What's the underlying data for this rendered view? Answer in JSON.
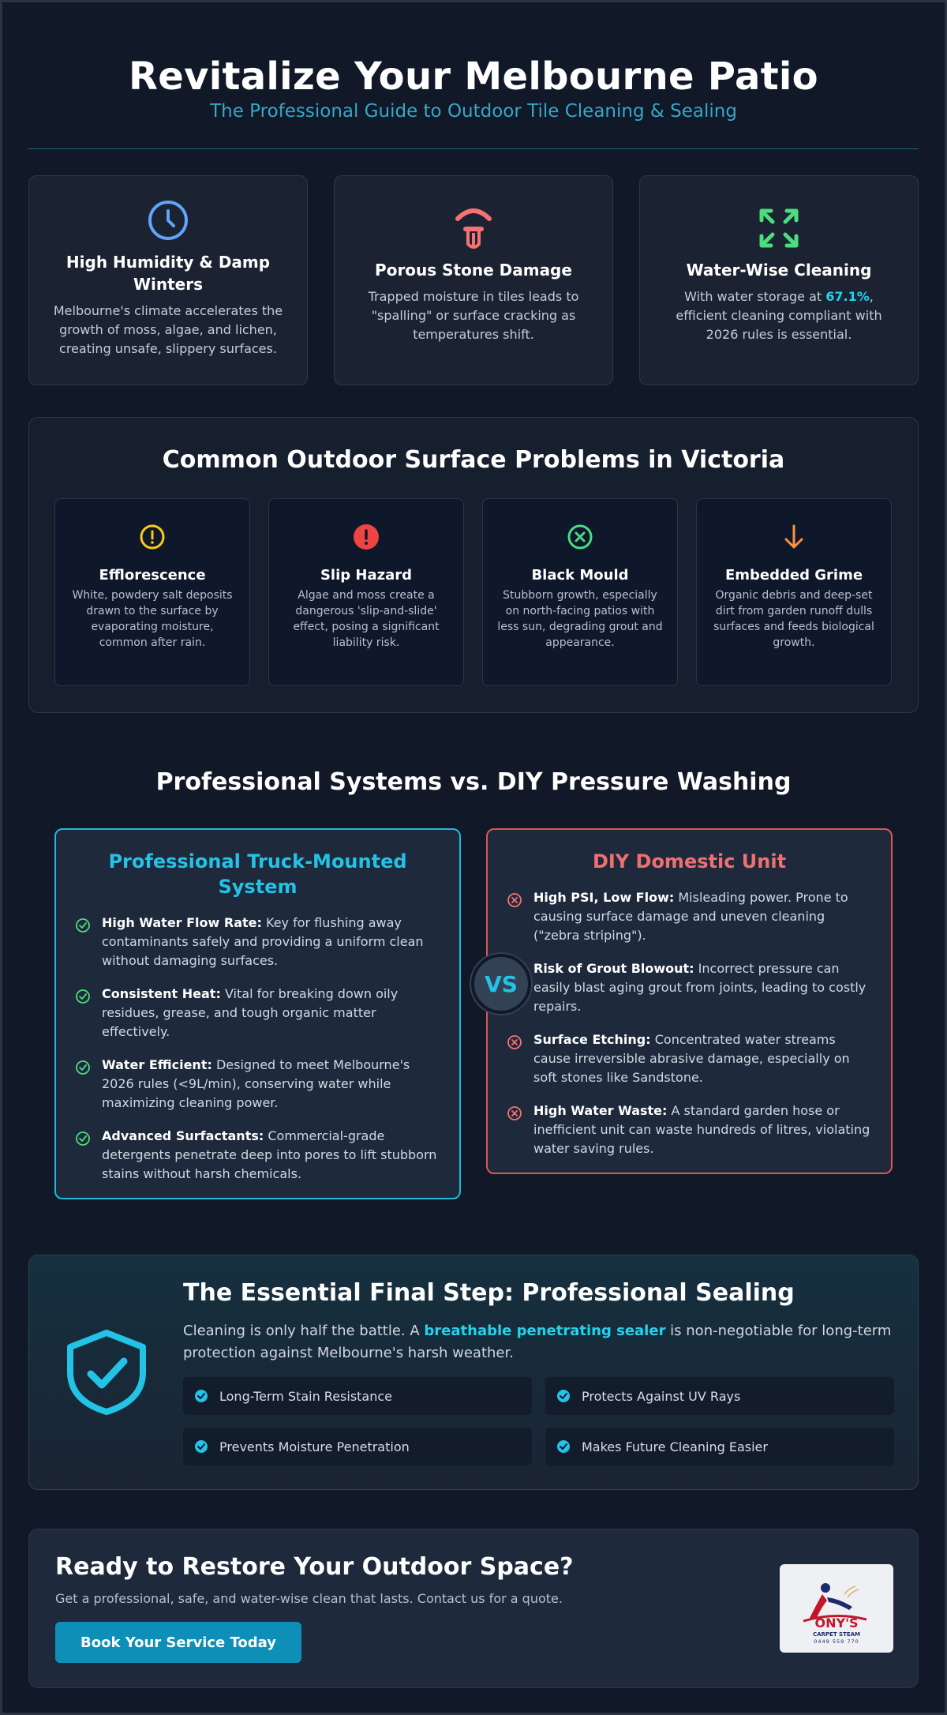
{
  "header": {
    "title": "Revitalize Your Melbourne Patio",
    "subtitle": "The Professional Guide to Outdoor Tile Cleaning & Sealing"
  },
  "challenges": [
    {
      "icon": "clock-icon",
      "title": "High Humidity & Damp Winters",
      "text": "Melbourne's climate accelerates the growth of moss, algae, and lichen, creating unsafe, slippery surfaces.",
      "color": "#60a5fa"
    },
    {
      "icon": "tap-icon",
      "title": "Porous Stone Damage",
      "text": "Trapped moisture in tiles leads to \"spalling\" or surface cracking as temperatures shift.",
      "color": "#f87171"
    },
    {
      "icon": "expand-arrows-icon",
      "title": "Water-Wise Cleaning",
      "text_before": "With water storage at ",
      "highlight": "67.1%",
      "text_after": ", efficient cleaning compliant with 2026 rules is essential.",
      "color": "#4ade80"
    }
  ],
  "problems": {
    "title": "Common Outdoor Surface Problems in Victoria",
    "items": [
      {
        "icon": "exclamation-circle-icon",
        "title": "Efflorescence",
        "text": "White, powdery salt deposits drawn to the surface by evaporating moisture, common after rain.",
        "color": "#facc15"
      },
      {
        "icon": "alert-filled-icon",
        "title": "Slip Hazard",
        "text": "Algae and moss create a dangerous 'slip-and-slide' effect, posing a significant liability risk.",
        "color": "#ef4444"
      },
      {
        "icon": "x-circle-icon",
        "title": "Black Mould",
        "text": "Stubborn growth, especially on north-facing patios with less sun, degrading grout and appearance.",
        "color": "#4ade80"
      },
      {
        "icon": "arrow-down-icon",
        "title": "Embedded Grime",
        "text": "Organic debris and deep-set dirt from garden runoff dulls surfaces and feeds biological growth.",
        "color": "#fb923c"
      }
    ]
  },
  "comparison": {
    "title": "Professional Systems vs. DIY Pressure Washing",
    "vs": "VS",
    "pro": {
      "title": "Professional Truck-Mounted System",
      "items": [
        {
          "bold": "High Water Flow Rate:",
          "text": " Key for flushing away contaminants safely and providing a uniform clean without damaging surfaces."
        },
        {
          "bold": "Consistent Heat:",
          "text": " Vital for breaking down oily residues, grease, and tough organic matter effectively."
        },
        {
          "bold": "Water Efficient:",
          "text": " Designed to meet Melbourne's 2026 rules (<9L/min), conserving water while maximizing cleaning power."
        },
        {
          "bold": "Advanced Surfactants:",
          "text": " Commercial-grade detergents penetrate deep into pores to lift stubborn stains without harsh chemicals."
        }
      ]
    },
    "diy": {
      "title": "DIY Domestic Unit",
      "items": [
        {
          "bold": "High PSI, Low Flow:",
          "text": " Misleading power. Prone to causing surface damage and uneven cleaning (\"zebra striping\")."
        },
        {
          "bold": "Risk of Grout Blowout:",
          "text": " Incorrect pressure can easily blast aging grout from joints, leading to costly repairs."
        },
        {
          "bold": "Surface Etching:",
          "text": " Concentrated water streams cause irreversible abrasive damage, especially on soft stones like Sandstone."
        },
        {
          "bold": "High Water Waste:",
          "text": " A standard garden hose or inefficient unit can waste hundreds of litres, violating water saving rules."
        }
      ]
    }
  },
  "sealing": {
    "title": "The Essential Final Step: Professional Sealing",
    "lead_before": "Cleaning is only half the battle. A ",
    "lead_highlight": "breathable penetrating sealer",
    "lead_after": " is non-negotiable for long-term protection against Melbourne's harsh weather.",
    "benefits": [
      "Long-Term Stain Resistance",
      "Protects Against UV Rays",
      "Prevents Moisture Penetration",
      "Makes Future Cleaning Easier"
    ]
  },
  "cta": {
    "title": "Ready to Restore Your Outdoor Space?",
    "text": "Get a professional, safe, and water-wise clean that lasts. Contact us for a quote.",
    "button": "Book Your Service Today",
    "logo_text": "ONY'S",
    "logo_sub": "CARPET STEAM",
    "logo_phone": "0449 559 770"
  },
  "colors": {
    "accent": "#22d3ee",
    "pro_border": "#22b8d6",
    "diy_border": "#e05555",
    "check_green": "#4ade80"
  }
}
